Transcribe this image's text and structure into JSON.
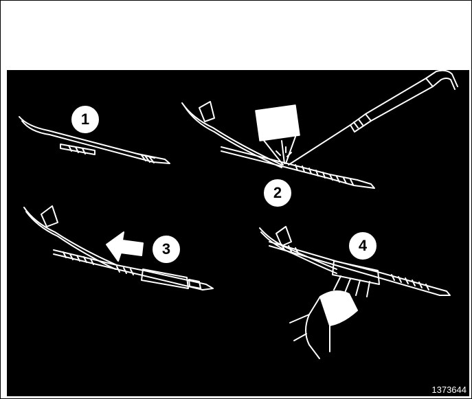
{
  "figure": {
    "steps": [
      "1",
      "2",
      "3",
      "4"
    ],
    "reference": "1373644",
    "colors": {
      "background": "#000000",
      "line": "#ffffff",
      "frame": "#ffffff"
    }
  }
}
